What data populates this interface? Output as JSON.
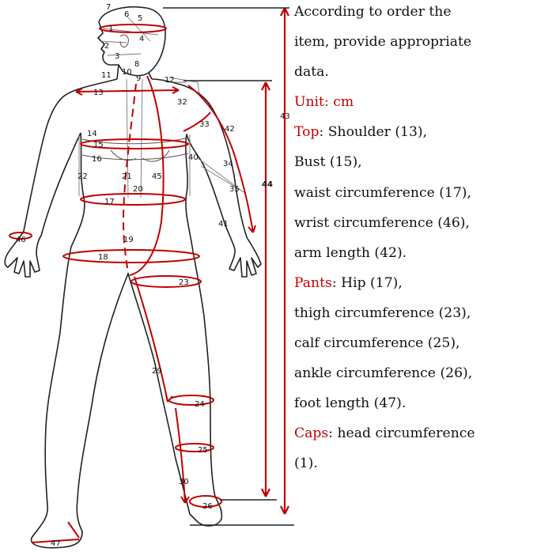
{
  "colors": {
    "accent": "#c00000",
    "outline": "#222222",
    "guide": "#555555"
  },
  "notes": {
    "intro": [
      "According to order the",
      "item, provide appropriate",
      "data."
    ],
    "unit": "Unit: cm",
    "top_label": "Top",
    "top_lines": [
      ": Shoulder (13),",
      "Bust (15),",
      "waist circumference (17),",
      "wrist circumference (46),",
      "arm length (42)."
    ],
    "pants_label": "Pants",
    "pants_lines": [
      ": Hip (17),",
      "thigh circumference (23),",
      "calf circumference (25),",
      "ankle circumference (26),",
      "foot length (47)."
    ],
    "caps_label": "Caps",
    "caps_lines": [
      ": head circumference",
      "(1)."
    ]
  },
  "figure": {
    "labels": [
      "1",
      "2",
      "3",
      "4",
      "5",
      "6",
      "7",
      "8",
      "9",
      "10",
      "11",
      "12",
      "13",
      "14",
      "15",
      "16",
      "17",
      "18",
      "19",
      "20",
      "21",
      "22",
      "23",
      "24",
      "25",
      "26",
      "29",
      "30",
      "32",
      "33",
      "34",
      "35",
      "40",
      "41",
      "42",
      "43",
      "44",
      "45",
      "46",
      "47"
    ]
  }
}
